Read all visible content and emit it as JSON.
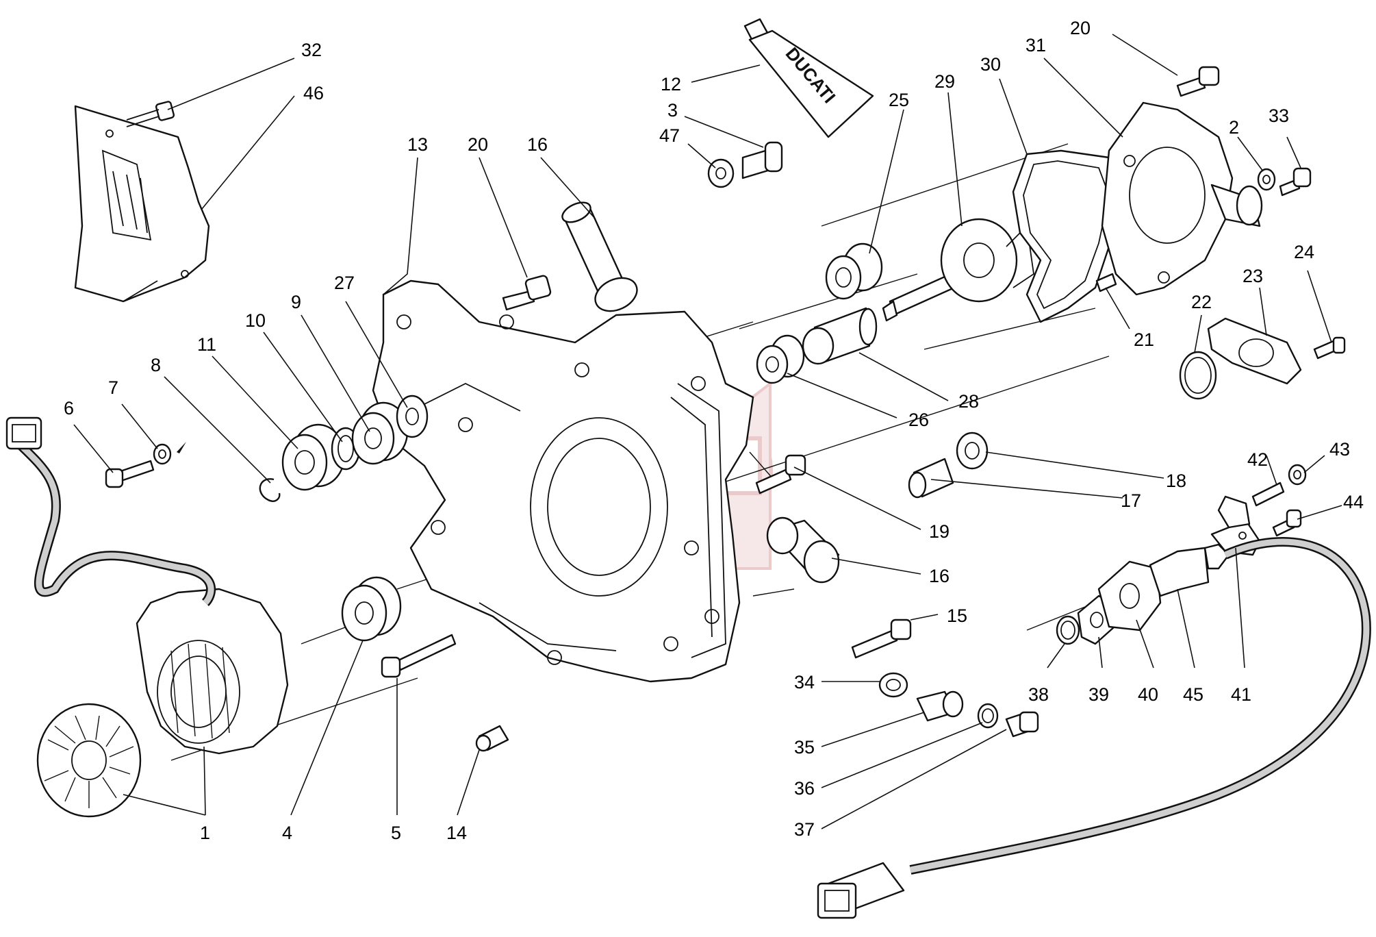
{
  "tube_brand": "DUCATI",
  "watermark_color": "#d9a0a0",
  "callouts": [
    {
      "id": "32",
      "text": "32"
    },
    {
      "id": "46",
      "text": "46"
    },
    {
      "id": "12",
      "text": "12"
    },
    {
      "id": "3",
      "text": "3"
    },
    {
      "id": "47",
      "text": "47"
    },
    {
      "id": "13",
      "text": "13"
    },
    {
      "id": "20a",
      "text": "20"
    },
    {
      "id": "16a",
      "text": "16"
    },
    {
      "id": "25",
      "text": "25"
    },
    {
      "id": "29",
      "text": "29"
    },
    {
      "id": "30",
      "text": "30"
    },
    {
      "id": "31",
      "text": "31"
    },
    {
      "id": "20b",
      "text": "20"
    },
    {
      "id": "33",
      "text": "33"
    },
    {
      "id": "2",
      "text": "2"
    },
    {
      "id": "27",
      "text": "27"
    },
    {
      "id": "9",
      "text": "9"
    },
    {
      "id": "10",
      "text": "10"
    },
    {
      "id": "11",
      "text": "11"
    },
    {
      "id": "8",
      "text": "8"
    },
    {
      "id": "7",
      "text": "7"
    },
    {
      "id": "6",
      "text": "6"
    },
    {
      "id": "24",
      "text": "24"
    },
    {
      "id": "23",
      "text": "23"
    },
    {
      "id": "22",
      "text": "22"
    },
    {
      "id": "21",
      "text": "21"
    },
    {
      "id": "28",
      "text": "28"
    },
    {
      "id": "26",
      "text": "26"
    },
    {
      "id": "18",
      "text": "18"
    },
    {
      "id": "17",
      "text": "17"
    },
    {
      "id": "19",
      "text": "19"
    },
    {
      "id": "16b",
      "text": "16"
    },
    {
      "id": "15",
      "text": "15"
    },
    {
      "id": "42",
      "text": "42"
    },
    {
      "id": "43",
      "text": "43"
    },
    {
      "id": "44",
      "text": "44"
    },
    {
      "id": "34",
      "text": "34"
    },
    {
      "id": "35",
      "text": "35"
    },
    {
      "id": "36",
      "text": "36"
    },
    {
      "id": "37",
      "text": "37"
    },
    {
      "id": "38",
      "text": "38"
    },
    {
      "id": "39",
      "text": "39"
    },
    {
      "id": "40",
      "text": "40"
    },
    {
      "id": "45",
      "text": "45"
    },
    {
      "id": "41",
      "text": "41"
    },
    {
      "id": "1",
      "text": "1"
    },
    {
      "id": "4",
      "text": "4"
    },
    {
      "id": "5",
      "text": "5"
    },
    {
      "id": "14",
      "text": "14"
    }
  ]
}
